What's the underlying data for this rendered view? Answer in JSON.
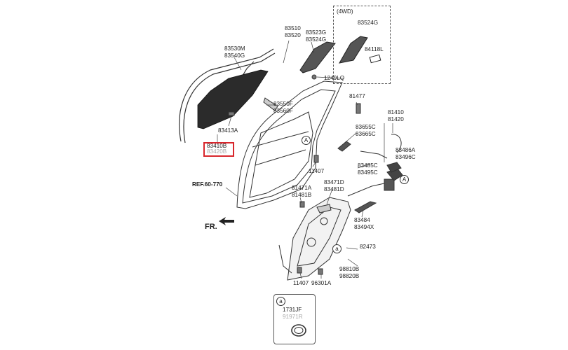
{
  "labels": {
    "p83510": [
      "83510",
      "83520"
    ],
    "p83523": [
      "83523G",
      "83524G"
    ],
    "p4wd_title": "(4WD)",
    "p83524g": "83524G",
    "p84118l": "84118L",
    "p83530": [
      "83530M",
      "83540G"
    ],
    "p1249": "1249LQ",
    "p81477": "81477",
    "p83550": [
      "83550F",
      "83560F"
    ],
    "p83413": "83413A",
    "p83410": [
      "83410B",
      "83420B"
    ],
    "p83655": [
      "83655C",
      "83665C"
    ],
    "p81410": [
      "81410",
      "81420"
    ],
    "p83486": [
      "83486A",
      "83496C"
    ],
    "p83485": [
      "83485C",
      "83495C"
    ],
    "p11407a": "11407",
    "p81471": [
      "81471A",
      "81481B"
    ],
    "p83471": [
      "83471D",
      "83481D"
    ],
    "p83484": [
      "83484",
      "83494X"
    ],
    "p82473": "82473",
    "p98810": [
      "98810B",
      "98820B"
    ],
    "p11407b": "11407",
    "p96301": "96301A",
    "ref": "REF.60-770",
    "fr": "FR.",
    "callout_a": "a",
    "ref_circle_a": "A",
    "legend_part": "1731JF",
    "legend_faded": "91971R"
  },
  "colors": {
    "highlight": "#d8262c",
    "line": "#333333",
    "glass": "#2b2b2b"
  }
}
